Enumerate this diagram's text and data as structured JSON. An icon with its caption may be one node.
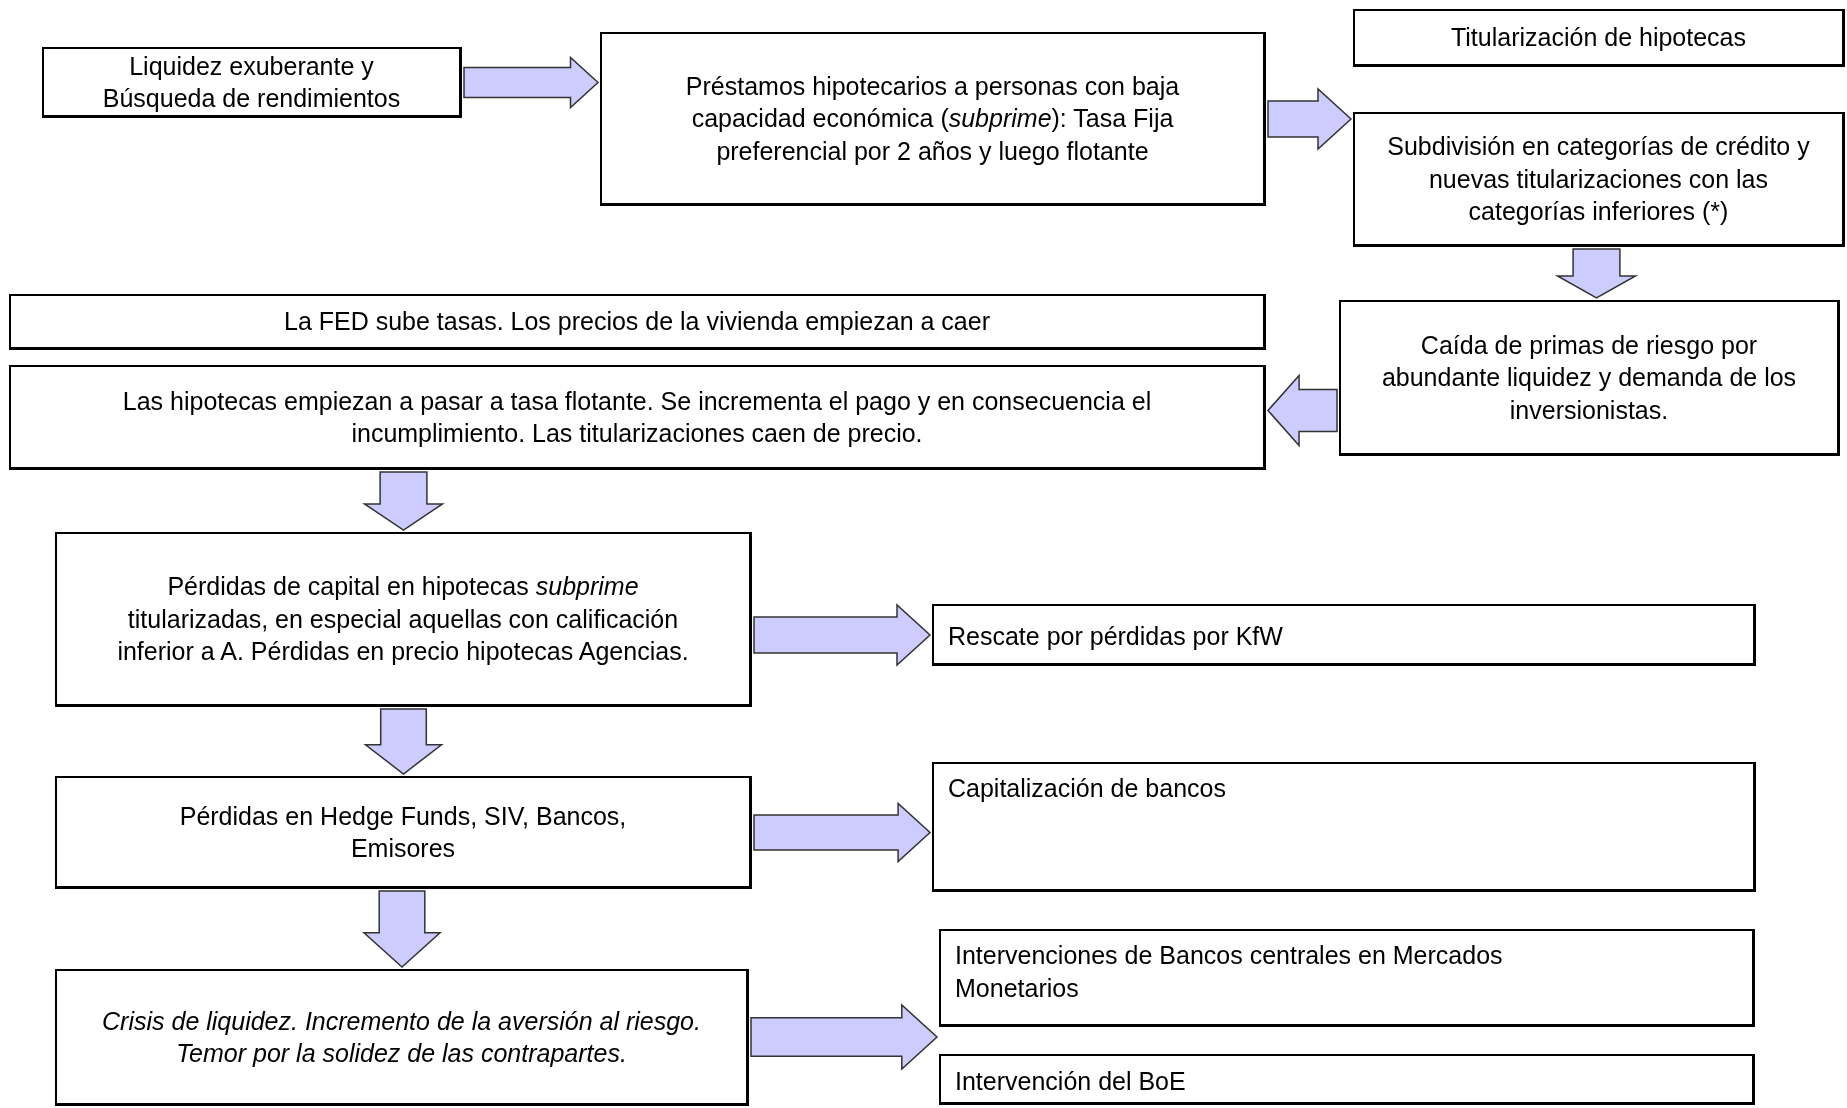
{
  "diagram": {
    "nodes": [
      {
        "text": [
          "Liquidez exuberante y Búsqueda de rendimientos"
        ]
      },
      {
        "text": [
          "Préstamos hipotecarios a personas con baja capacidad económica (*subprime*): Tasa Fija preferencial por 2 años y luego flotante"
        ]
      },
      {
        "text": [
          "Titularización de hipotecas"
        ]
      },
      {
        "text": [
          "Subdivisión en categorías de crédito y nuevas titularizaciones con las categorías inferiores (*)"
        ]
      },
      {
        "text": [
          "La FED sube tasas. Los precios de la vivienda empiezan a caer"
        ]
      },
      {
        "text": [
          "Caída de primas de riesgo por abundante liquidez y demanda de los inversionistas."
        ]
      },
      {
        "text": [
          "Las hipotecas empiezan a pasar a tasa flotante. Se incrementa el pago y  en consecuencia el incumplimiento. Las titularizaciones caen de precio."
        ]
      },
      {
        "text": [
          "Pérdidas de capital en hipotecas *subprime* titularizadas, en especial aquellas con calificación inferior a A. Pérdidas en precio hipotecas Agencias."
        ]
      },
      {
        "text": [
          "Rescate por pérdidas por KfW"
        ]
      },
      {
        "text": [
          "Pérdidas en Hedge Funds, SIV, Bancos, Emisores"
        ]
      },
      {
        "text": [
          "Capitalización de bancos"
        ]
      },
      {
        "text": [
          "Crisis de liquidez. Incremento de la aversión al riesgo. Temor por la solidez  de las contrapartes."
        ]
      },
      {
        "text": [
          "Intervenciones de Bancos centrales en Mercados Monetarios"
        ]
      },
      {
        "text": [
          "Intervención del BoE"
        ]
      }
    ],
    "edges": [
      {
        "from": 0,
        "to": 1,
        "arrow": "to"
      },
      {
        "from": 1,
        "to": 2,
        "arrow": "to"
      },
      {
        "from": 1,
        "to": 3,
        "arrow": "to"
      },
      {
        "from": 3,
        "to": 5,
        "arrow": "to"
      },
      {
        "from": 5,
        "to": 6,
        "arrow": "to"
      },
      {
        "from": 6,
        "to": 7,
        "arrow": "to"
      },
      {
        "from": 7,
        "to": 8,
        "arrow": "to"
      },
      {
        "from": 7,
        "to": 9,
        "arrow": "to"
      },
      {
        "from": 9,
        "to": 10,
        "arrow": "to"
      },
      {
        "from": 9,
        "to": 11,
        "arrow": "to"
      },
      {
        "from": 11,
        "to": 12,
        "arrow": "to"
      },
      {
        "from": 11,
        "to": 13,
        "arrow": "to"
      }
    ]
  }
}
